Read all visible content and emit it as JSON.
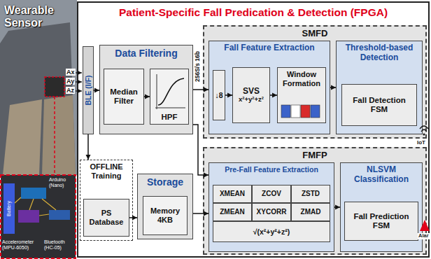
{
  "diagram": {
    "nodes": [
      {
        "text": [
          "Patient-Specific Fall Predication & Detection (FPGA)"
        ]
      },
      {
        "text": [
          "BLE (I/F)"
        ],
        "in": 0
      },
      {
        "text": [
          "Data Filtering"
        ],
        "in": 0
      },
      {
        "text": [
          "Median Filter"
        ],
        "in": 2
      },
      {
        "text": [
          "HPF"
        ],
        "in": 2
      },
      {
        "text": [
          "SMFD"
        ],
        "in": 0
      },
      {
        "text": [
          "Fall Feature Extraction"
        ],
        "in": 5
      },
      {
        "text": [
          "↓8"
        ],
        "in": 6
      },
      {
        "text": [
          "SVS",
          "x²+y²+z²"
        ],
        "in": 6
      },
      {
        "text": [
          "Window Formation"
        ],
        "in": 6
      },
      {
        "text": [
          "Threshold-based Detection"
        ],
        "in": 5
      },
      {
        "text": [
          "Fall Detection FSM"
        ],
        "in": 10
      },
      {
        "text": [
          "OFFLINE Training"
        ],
        "in": 0
      },
      {
        "text": [
          "PS Database"
        ],
        "in": 12
      },
      {
        "text": [
          "Storage"
        ],
        "in": 0
      },
      {
        "text": [
          "Memory 4KB"
        ],
        "in": 14
      },
      {
        "text": [
          "FMFP"
        ],
        "in": 0
      },
      {
        "text": [
          "Pre-Fall Feature Extraction"
        ],
        "in": 16
      },
      {
        "text": [
          "XMEAN"
        ],
        "in": 17
      },
      {
        "text": [
          "ZCOV"
        ],
        "in": 17
      },
      {
        "text": [
          "ZSTD"
        ],
        "in": 17
      },
      {
        "text": [
          "ZMEAN"
        ],
        "in": 17
      },
      {
        "text": [
          "XYCORR"
        ],
        "in": 17
      },
      {
        "text": [
          "ZMAD"
        ],
        "in": 17
      },
      {
        "text": [
          "√(x²+y²+z²)"
        ],
        "in": 17
      },
      {
        "text": [
          "NLSVM Classification"
        ],
        "in": 16
      },
      {
        "text": [
          "Fall Prediction FSM"
        ],
        "in": 25
      }
    ],
    "edges": [
      {
        "from": 1,
        "to": 2,
        "arrow": "to"
      },
      {
        "from": 3,
        "to": 4,
        "arrow": "to"
      },
      {
        "from": 2,
        "to": 6,
        "label": "256S/s 16b",
        "arrow": "to"
      },
      {
        "from": 2,
        "to": 17,
        "arrow": "to"
      },
      {
        "from": 7,
        "to": 8,
        "arrow": "to"
      },
      {
        "from": 8,
        "to": 9,
        "arrow": "to"
      },
      {
        "from": 6,
        "to": 10,
        "arrow": "to"
      },
      {
        "from": 1,
        "to": 12,
        "arrow": "to"
      },
      {
        "from": 13,
        "to": 14,
        "arrow": "to"
      },
      {
        "from": 14,
        "to": 17,
        "arrow": "to"
      },
      {
        "from": 17,
        "to": 25,
        "arrow": "to"
      }
    ],
    "labels": [
      "Wearable Sensor",
      "Ax",
      "Ay",
      "Az",
      "IoT",
      "Alar",
      "Battery",
      "Arduino (Nano)",
      "Accelerometer (MPU-6050)",
      "Bluetooth (HC-05)"
    ]
  }
}
